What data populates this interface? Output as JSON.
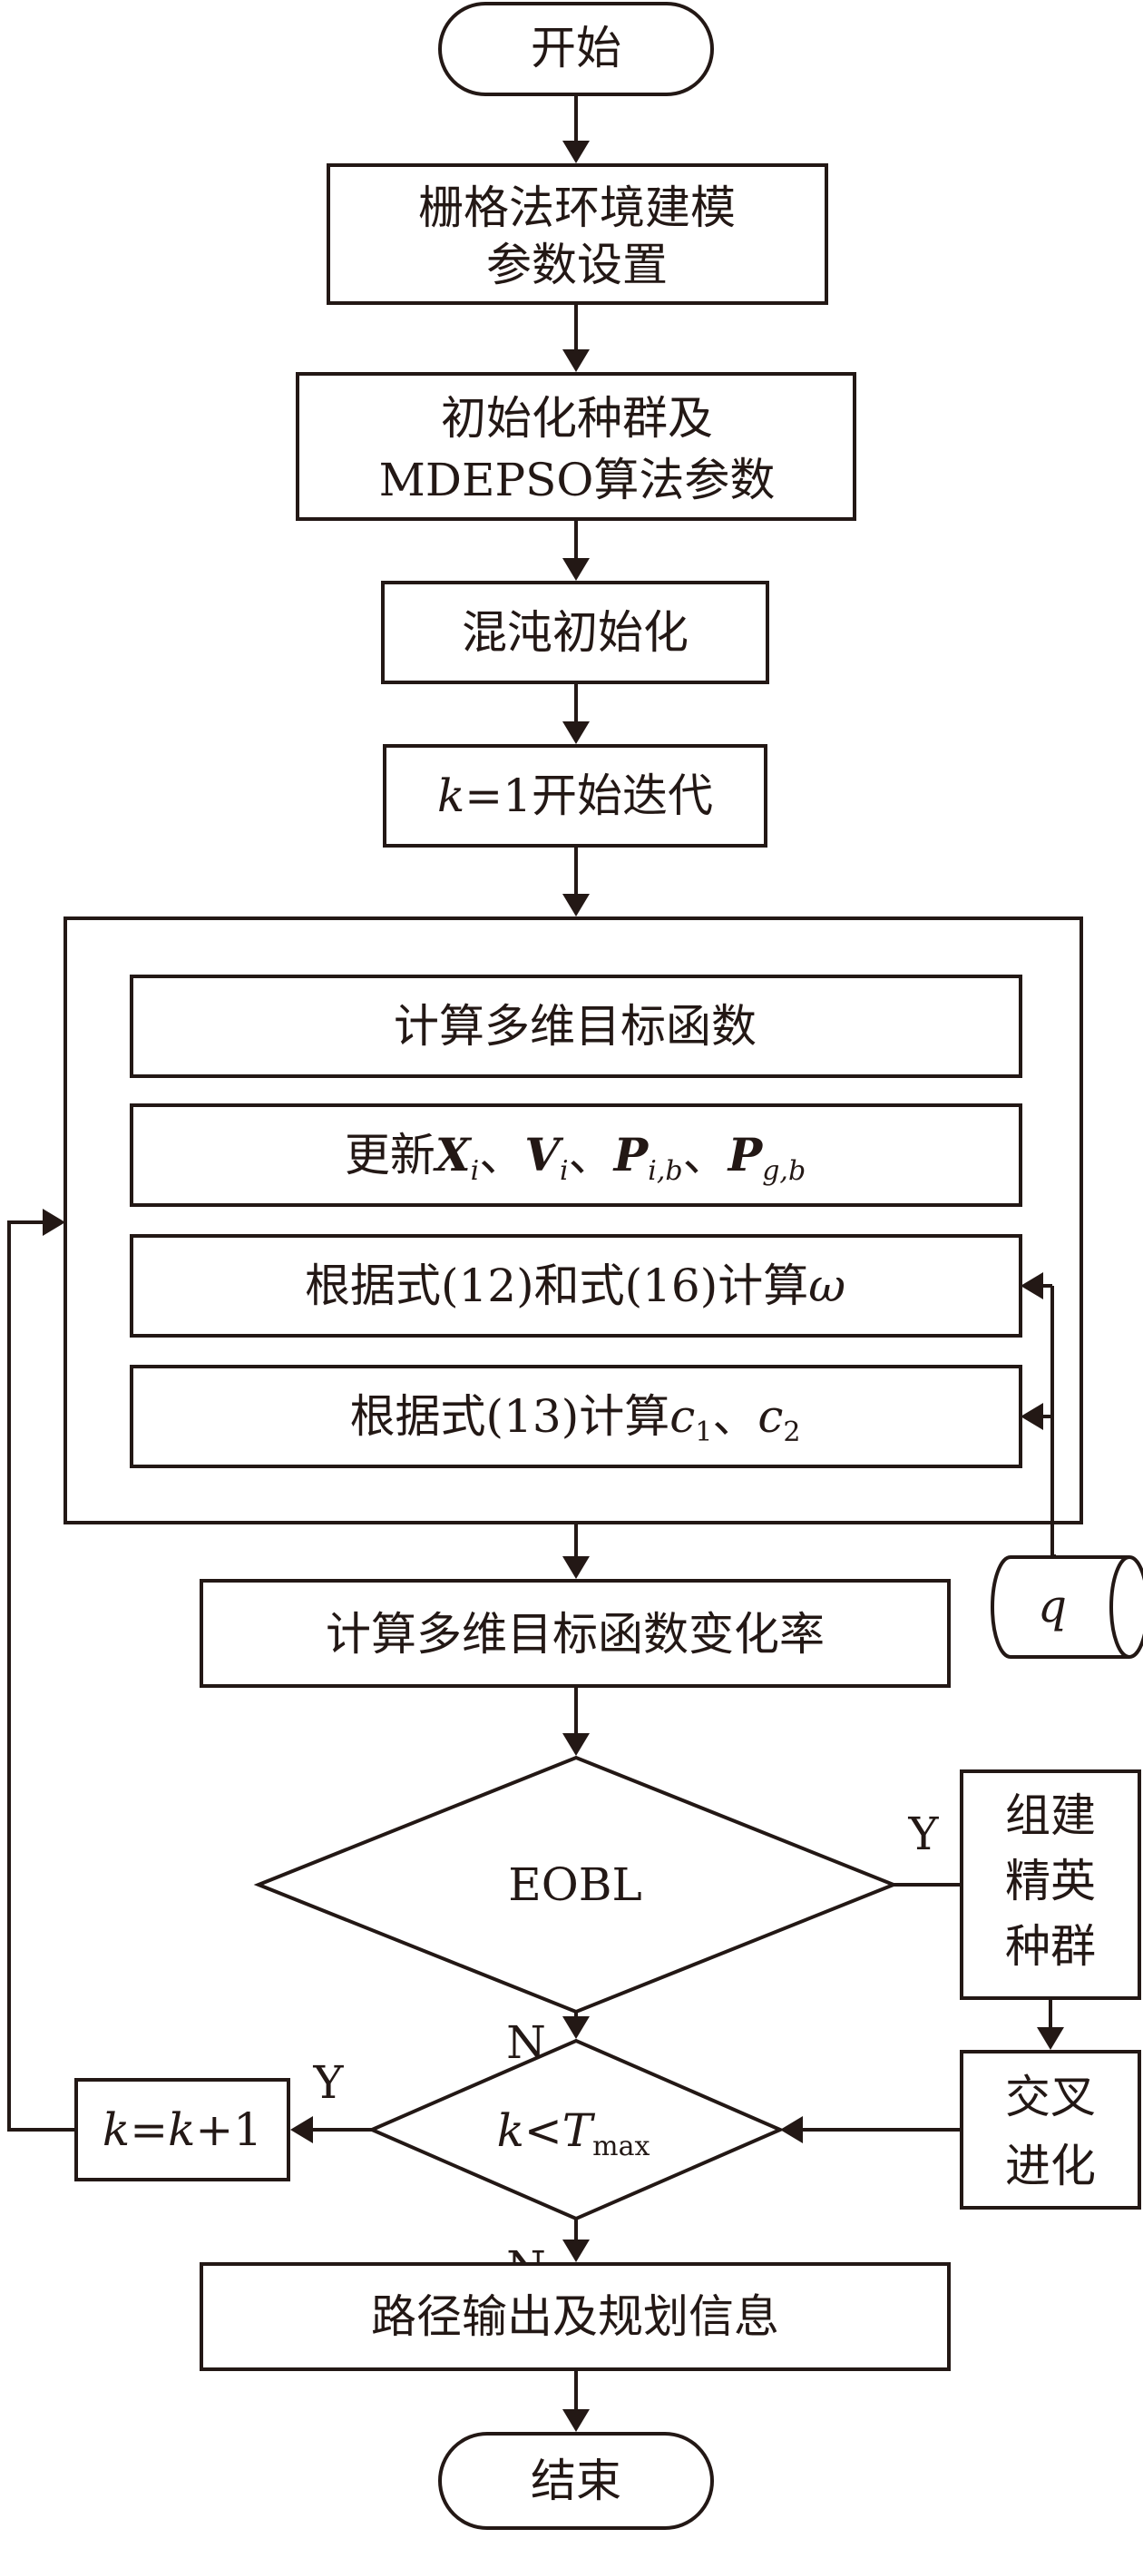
{
  "nodes": {
    "start": "开始",
    "grid_line1": "栅格法环境建模",
    "grid_line2": "参数设置",
    "init_line1": "初始化种群及",
    "init_line2": "MDEPSO算法参数",
    "chaos_init": "混沌初始化",
    "iter_k": "k",
    "iter_rest": "=1开始迭代",
    "calc_multi_obj": "计算多维目标函数",
    "update_prefix": "更新",
    "update_X": "X",
    "update_X_sub": "i",
    "update_V": "V",
    "update_V_sub": "i",
    "update_Pi": "P",
    "update_Pi_sub": "i,b",
    "update_Pg": "P",
    "update_Pg_sub": "g,b",
    "separator": "、",
    "omega_text": "根据式(12)和式(16)计算",
    "omega_symbol": "ω",
    "c_text": "根据式(13)计算",
    "c1": "c",
    "c1_sub": "1",
    "c2": "c",
    "c2_sub": "2",
    "change_rate": "计算多维目标函数变化率",
    "q": "q",
    "eobl": "EOBL",
    "elite_line1": "组建",
    "elite_line2": "精英",
    "elite_line3": "种群",
    "cross_line1": "交叉",
    "cross_line2": "进化",
    "cond_k": "k",
    "cond_lt": "<",
    "cond_T": "T",
    "cond_T_sub": "max",
    "increment_k": "k",
    "increment_eq": "=",
    "increment_k2": "k",
    "increment_plus": "+1",
    "output": "路径输出及规划信息",
    "end": "结束"
  },
  "labels": {
    "yes_eobl": "Y",
    "no_eobl": "N",
    "yes_cond": "Y",
    "no_cond": "N"
  }
}
